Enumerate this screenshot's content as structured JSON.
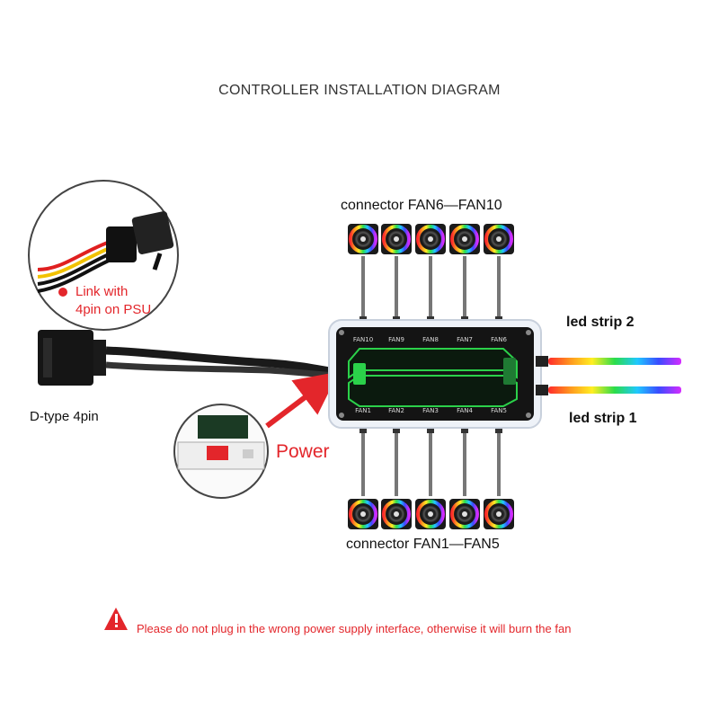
{
  "title": "CONTROLLER INSTALLATION DIAGRAM",
  "labels": {
    "connector_top": "connector  FAN6—FAN10",
    "connector_bottom": "connector  FAN1—FAN5",
    "led_strip_2": "led strip 2",
    "led_strip_1": "led strip 1",
    "link_line1": "Link with",
    "link_line2": "4pin on PSU",
    "dtype": "D-type 4pin",
    "power": "Power"
  },
  "board": {
    "top_ports": [
      "FAN10",
      "FAN9",
      "FAN8",
      "FAN7",
      "FAN6"
    ],
    "bottom_ports": [
      "FAN1",
      "FAN2",
      "FAN3",
      "FAN4",
      "FAN5"
    ]
  },
  "warning": {
    "icon": "warning-triangle-icon",
    "text": "Please do not plug in the wrong power supply interface, otherwise it will burn the fan"
  },
  "colors": {
    "accent_red": "#e3262b",
    "board_green": "#2bd14a"
  }
}
